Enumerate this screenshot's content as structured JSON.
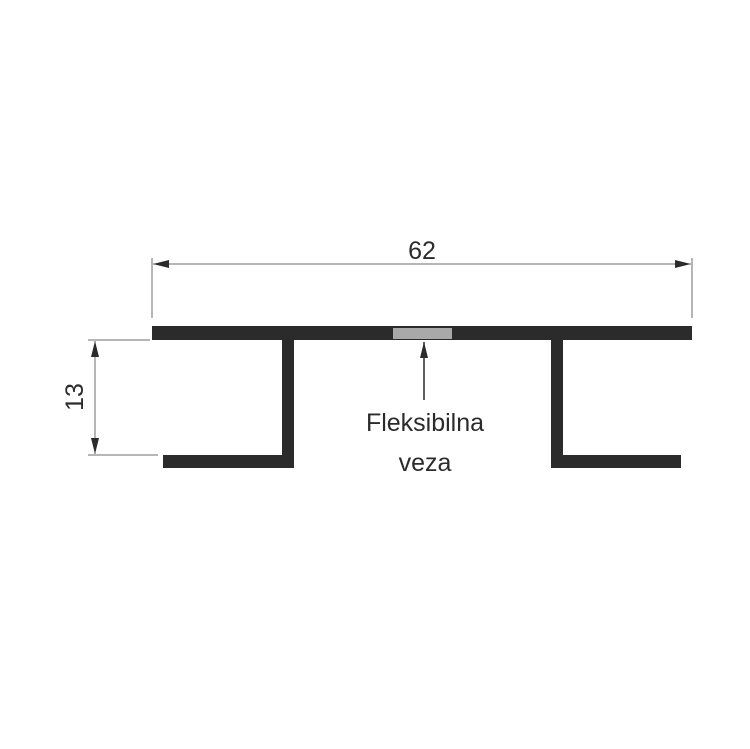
{
  "dimensions": {
    "width_label": "62",
    "height_label": "13"
  },
  "annotation": {
    "line1": "Fleksibilna",
    "line2": "veza"
  },
  "colors": {
    "profile": "#2b2b2b",
    "insert": "#a9a9a9",
    "dim_line": "#6e6e6e"
  }
}
